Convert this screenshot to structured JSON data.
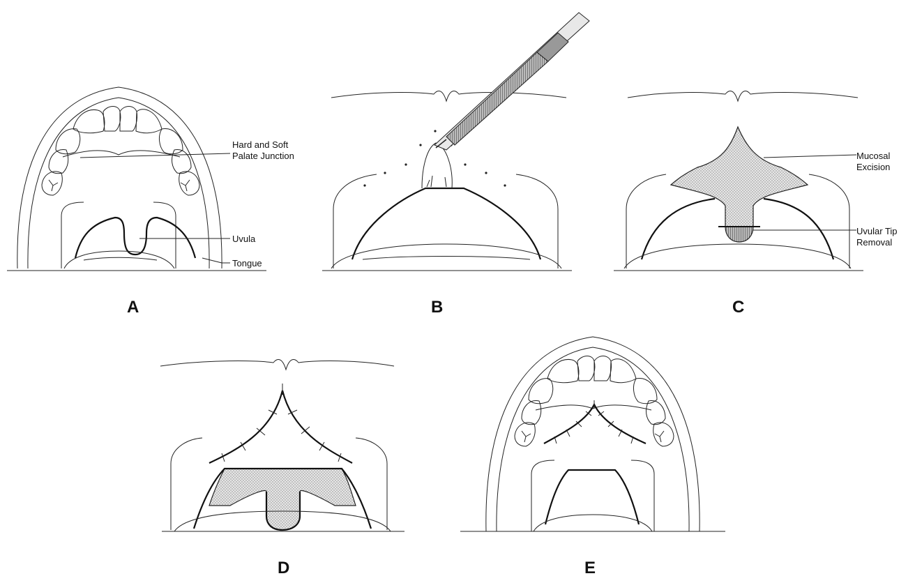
{
  "panels": {
    "A": {
      "letter": "A",
      "labels": {
        "junction_line1": "Hard and Soft",
        "junction_line2": "Palate Junction",
        "uvula": "Uvula",
        "tongue": "Tongue"
      }
    },
    "B": {
      "letter": "B"
    },
    "C": {
      "letter": "C",
      "labels": {
        "mucosal_line1": "Mucosal",
        "mucosal_line2": "Excision",
        "tip_line1": "Uvular Tip",
        "tip_line2": "Removal"
      }
    },
    "D": {
      "letter": "D"
    },
    "E": {
      "letter": "E"
    }
  },
  "colors": {
    "line": "#222222",
    "shade": "#d6d6d6",
    "dark_shade": "#555555"
  }
}
